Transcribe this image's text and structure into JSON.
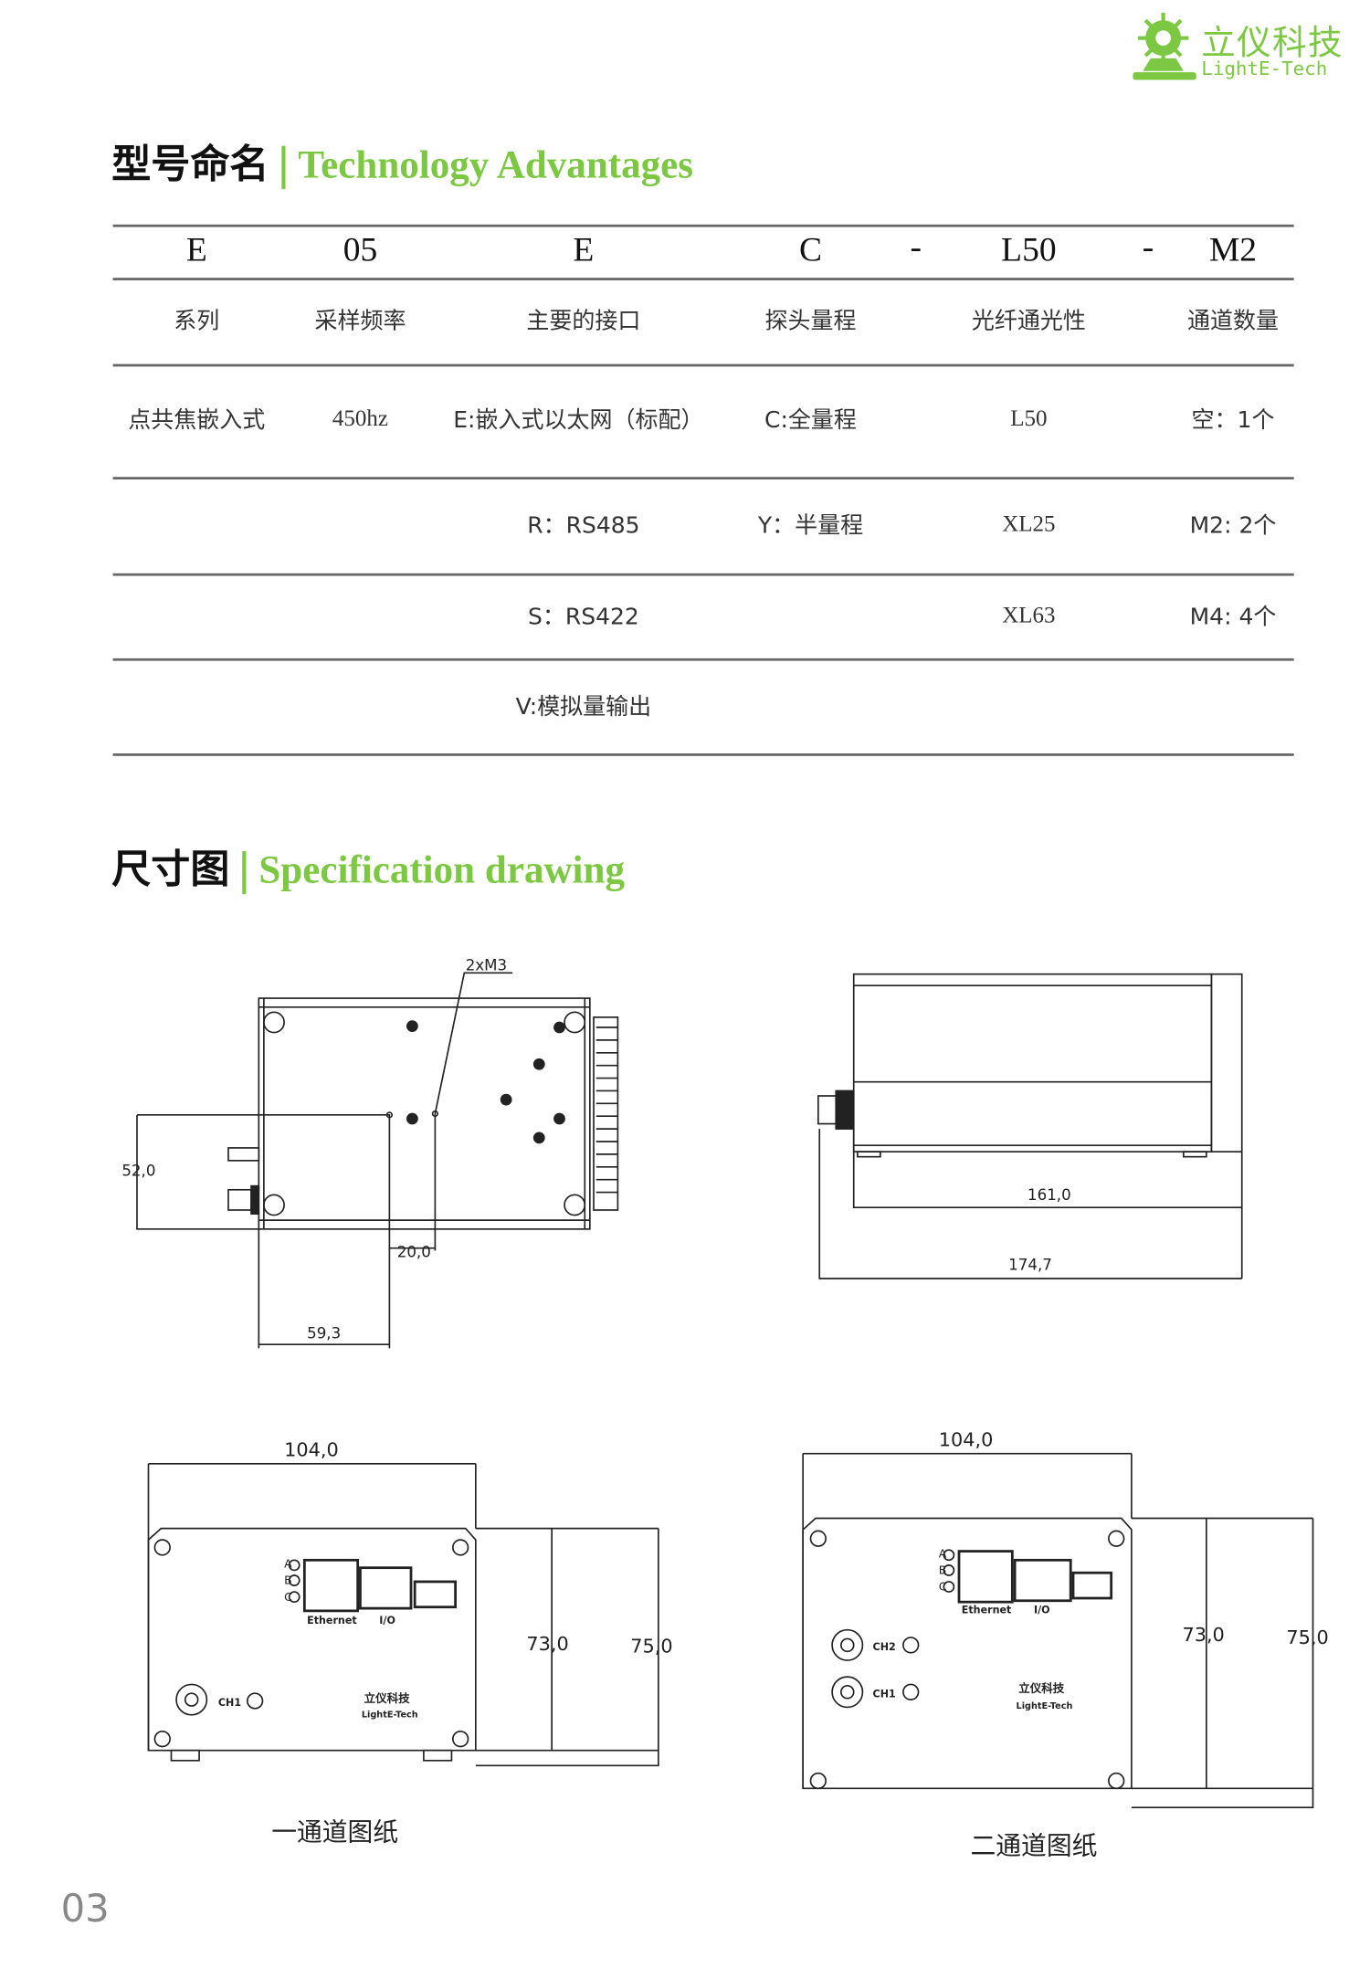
{
  "logo": {
    "cn": "立仪科技",
    "en": "LightE-Tech"
  },
  "section1": {
    "title_cn": "型号命名",
    "title_en": "Technology Advantages"
  },
  "code_row": [
    "E",
    "05",
    "E",
    "C",
    "-",
    "L50",
    "-",
    "M2"
  ],
  "header_row": [
    "系列",
    "采样频率",
    "主要的接口",
    "探头量程",
    "光纤通光性",
    "通道数量"
  ],
  "rows": [
    [
      "点共焦嵌入式",
      "450hz",
      "E:嵌入式以太网（标配）",
      "C:全量程",
      "L50",
      "空：1个"
    ],
    [
      "",
      "",
      "R：RS485",
      "Y：半量程",
      "XL25",
      "M2: 2个"
    ],
    [
      "",
      "",
      "S：RS422",
      "",
      "XL63",
      "M4: 4个"
    ],
    [
      "",
      "",
      "V:模拟量输出",
      "",
      "",
      ""
    ]
  ],
  "section2": {
    "title_cn": "尺寸图",
    "title_en": "Specification drawing"
  },
  "drawing_top": {
    "thread": "2xM3",
    "dim_height": "52,0",
    "dim_x1": "20,0",
    "dim_x2": "59,3"
  },
  "drawing_side": {
    "dim_body": "161,0",
    "dim_total": "174,7"
  },
  "panel": {
    "width": "104,0",
    "h1": "73,0",
    "h2": "75,0",
    "leds": [
      "A",
      "B",
      "C"
    ],
    "ethernet": "Ethernet",
    "io": "I/O",
    "ch1": "CH1",
    "ch2": "CH2",
    "logo_cn": "立仪科技",
    "logo_en": "LightE-Tech"
  },
  "captions": {
    "one": "一通道图纸",
    "two": "二通道图纸"
  },
  "page_number": "03",
  "colors": {
    "accent": "#7dc843"
  }
}
